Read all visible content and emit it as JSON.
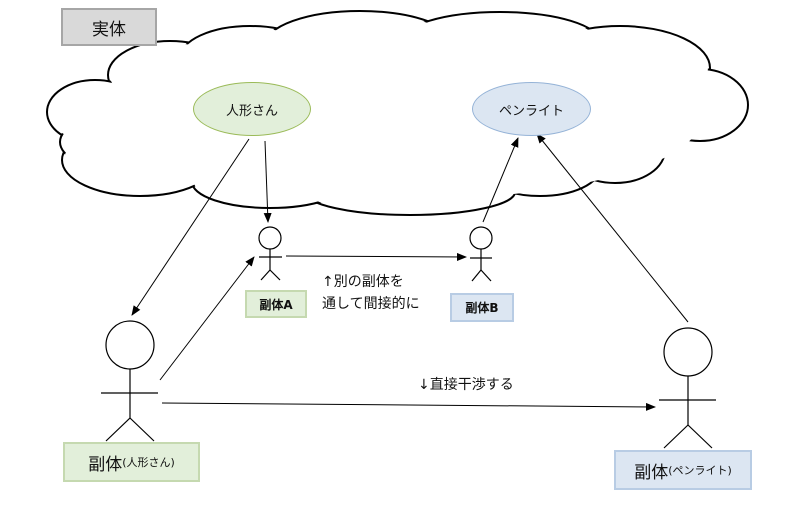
{
  "title": "実体",
  "nodes": {
    "doll": "人形さん",
    "penlight": "ペンライト",
    "copy_a": "副体A",
    "copy_b": "副体B",
    "copy_doll_main": "副体",
    "copy_doll_sub": "(人形さん)",
    "copy_penlight_main": "副体",
    "copy_penlight_sub": "(ペンライト)"
  },
  "notes": {
    "indirect_line1": "↑別の副体を",
    "indirect_line2": "通して間接的に",
    "direct": "↓直接干渉する"
  },
  "colors": {
    "cloud_fill": "#ffffff",
    "cloud_stroke": "#000000",
    "green_fill": "#e2efda",
    "green_stroke": "#9bbb59",
    "blue_fill": "#dce6f2",
    "blue_stroke": "#95b3d7",
    "title_fill": "#d9d9d9"
  },
  "icons": [
    "stick-figure-icon"
  ]
}
